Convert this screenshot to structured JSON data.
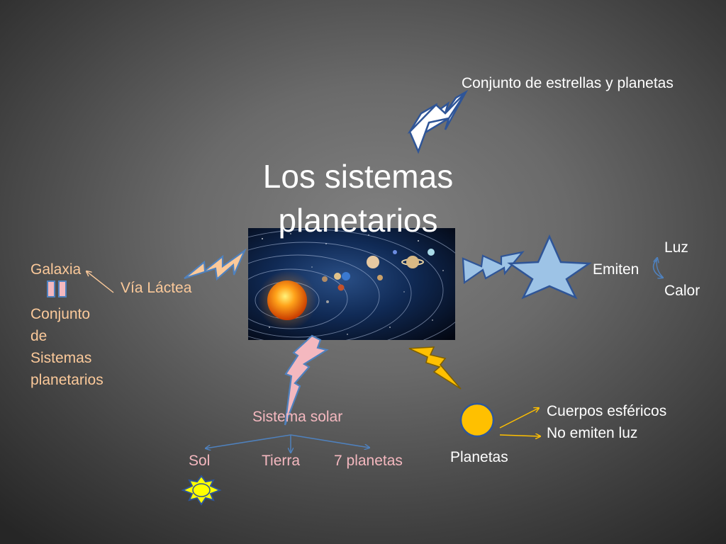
{
  "title": {
    "line1": "Los sistemas",
    "line2": "planetarios"
  },
  "top": {
    "definition": "Conjunto de estrellas y planetas"
  },
  "left": {
    "galaxy": "Galaxia",
    "via_lactea": "Vía Láctea",
    "galaxy_desc": [
      "Conjunto",
      "de",
      "Sistemas",
      "planetarios"
    ]
  },
  "right": {
    "emiten": "Emiten",
    "luz": "Luz",
    "calor": "Calor"
  },
  "bottom": {
    "sistema_solar": "Sistema solar",
    "sol": "Sol",
    "tierra": "Tierra",
    "siete_planetas": "7 planetas"
  },
  "planets": {
    "label": "Planetas",
    "prop1": "Cuerpos esféricos",
    "prop2": "No emiten luz"
  },
  "colors": {
    "star_fill": "#9dc3e6",
    "star_stroke": "#2f5597",
    "planet_fill": "#ffc000",
    "sun_icon_fill": "#ffff00",
    "arrow_orange": "#fbc99a",
    "arrow_pink": "#f4b8bf",
    "arrow_yellow": "#ffc000"
  },
  "icons": [
    "lightning-arrow-icon",
    "star-icon",
    "circle-planet-icon",
    "sun-icon",
    "pause-icon"
  ]
}
